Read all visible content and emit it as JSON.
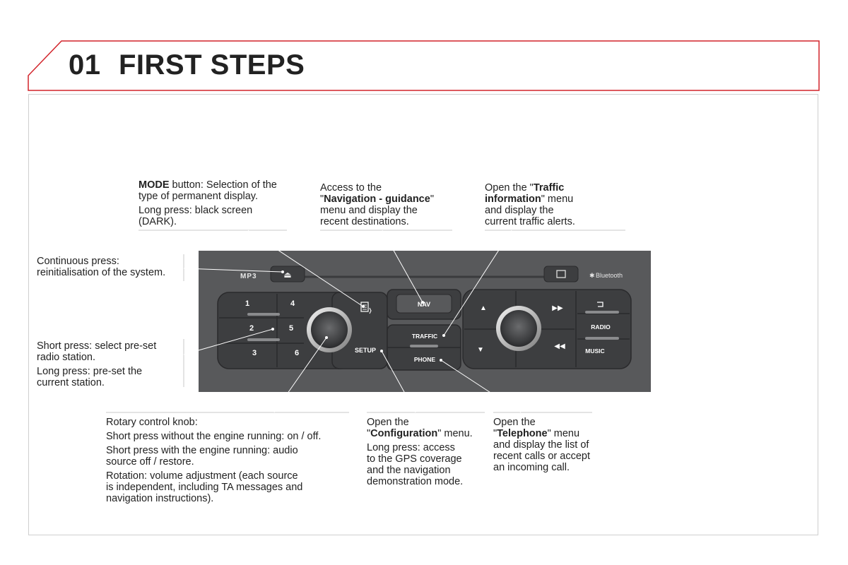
{
  "header": {
    "chapter_number": "01",
    "chapter_title": "FIRST STEPS",
    "accent_color": "#d2232a"
  },
  "panel": {
    "mp3_label": "MP3",
    "bluetooth_label": "Bluetooth",
    "preset_buttons": [
      "1",
      "2",
      "3",
      "4",
      "5",
      "6"
    ],
    "nav_label": "NAV",
    "traffic_label": "TRAFFIC",
    "phone_label": "PHONE",
    "setup_label": "SETUP",
    "radio_label": "RADIO",
    "music_label": "MUSIC",
    "body_color": "#58595b",
    "button_color": "#3d3e40"
  },
  "callouts": {
    "mode": {
      "l1_bold": "MODE",
      "l1_rest": " button: Selection of the",
      "l2": "type of permanent display.",
      "l3": "Long press: black screen",
      "l4": "(DARK)."
    },
    "nav": {
      "l1": "Access to the",
      "l2_q1": "\"",
      "l2_bold": "Navigation - guidance",
      "l2_q2": "\"",
      "l3": "menu and display the",
      "l4": "recent destinations."
    },
    "traffic": {
      "l1_pre": "Open the \"",
      "l1_bold": "Traffic",
      "l2_bold": "information",
      "l2_rest": "\" menu",
      "l3": "and display the",
      "l4": "current traffic alerts."
    },
    "continuous": {
      "l1": "Continuous press:",
      "l2": "reinitialisation of the system."
    },
    "preset": {
      "l1": "Short press: select pre-set",
      "l2": "radio station.",
      "l3": "Long press: pre-set the",
      "l4": "current station."
    },
    "rotary": {
      "l1": "Rotary control knob:",
      "l2": "Short press without the engine running: on / off.",
      "l3": "Short press with the engine running: audio",
      "l4": "source off / restore.",
      "l5": "Rotation: volume adjustment (each source",
      "l6": "is independent, including TA messages and",
      "l7": "navigation instructions)."
    },
    "setup": {
      "l1": "Open the",
      "l2_q1": "\"",
      "l2_bold": "Configuration",
      "l2_rest": "\" menu.",
      "l3": "Long press: access",
      "l4": "to the GPS coverage",
      "l5": "and the navigation",
      "l6": "demonstration mode."
    },
    "phone": {
      "l1": "Open the",
      "l2_q1": "\"",
      "l2_bold": "Telephone",
      "l2_rest": "\" menu",
      "l3": "and display the list of",
      "l4": "recent calls or accept",
      "l5": "an incoming call."
    }
  }
}
